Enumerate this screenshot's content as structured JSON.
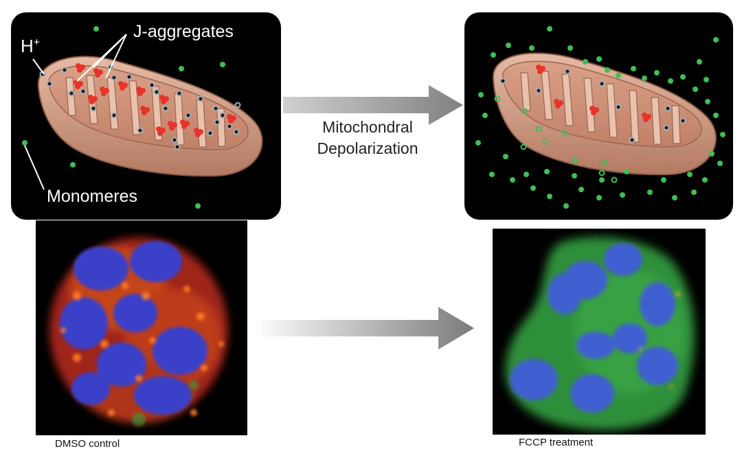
{
  "labels": {
    "h_plus": "H",
    "h_plus_sup": "+",
    "j_aggregates": "J-aggregates",
    "monomeres": "Monomeres"
  },
  "center": {
    "line1": "Mitochondral",
    "line2": "Depolarization"
  },
  "captions": {
    "left": "DMSO control",
    "right": "FCCP treatment"
  },
  "colors": {
    "panel_bg": "#000000",
    "mito_outer": "#d8a58c",
    "mito_inner": "#c98f75",
    "j_aggregate": "#e8332a",
    "monomer": "#3fbf55",
    "proton": "#8a8f99",
    "arrow": "#8c8c8c"
  }
}
